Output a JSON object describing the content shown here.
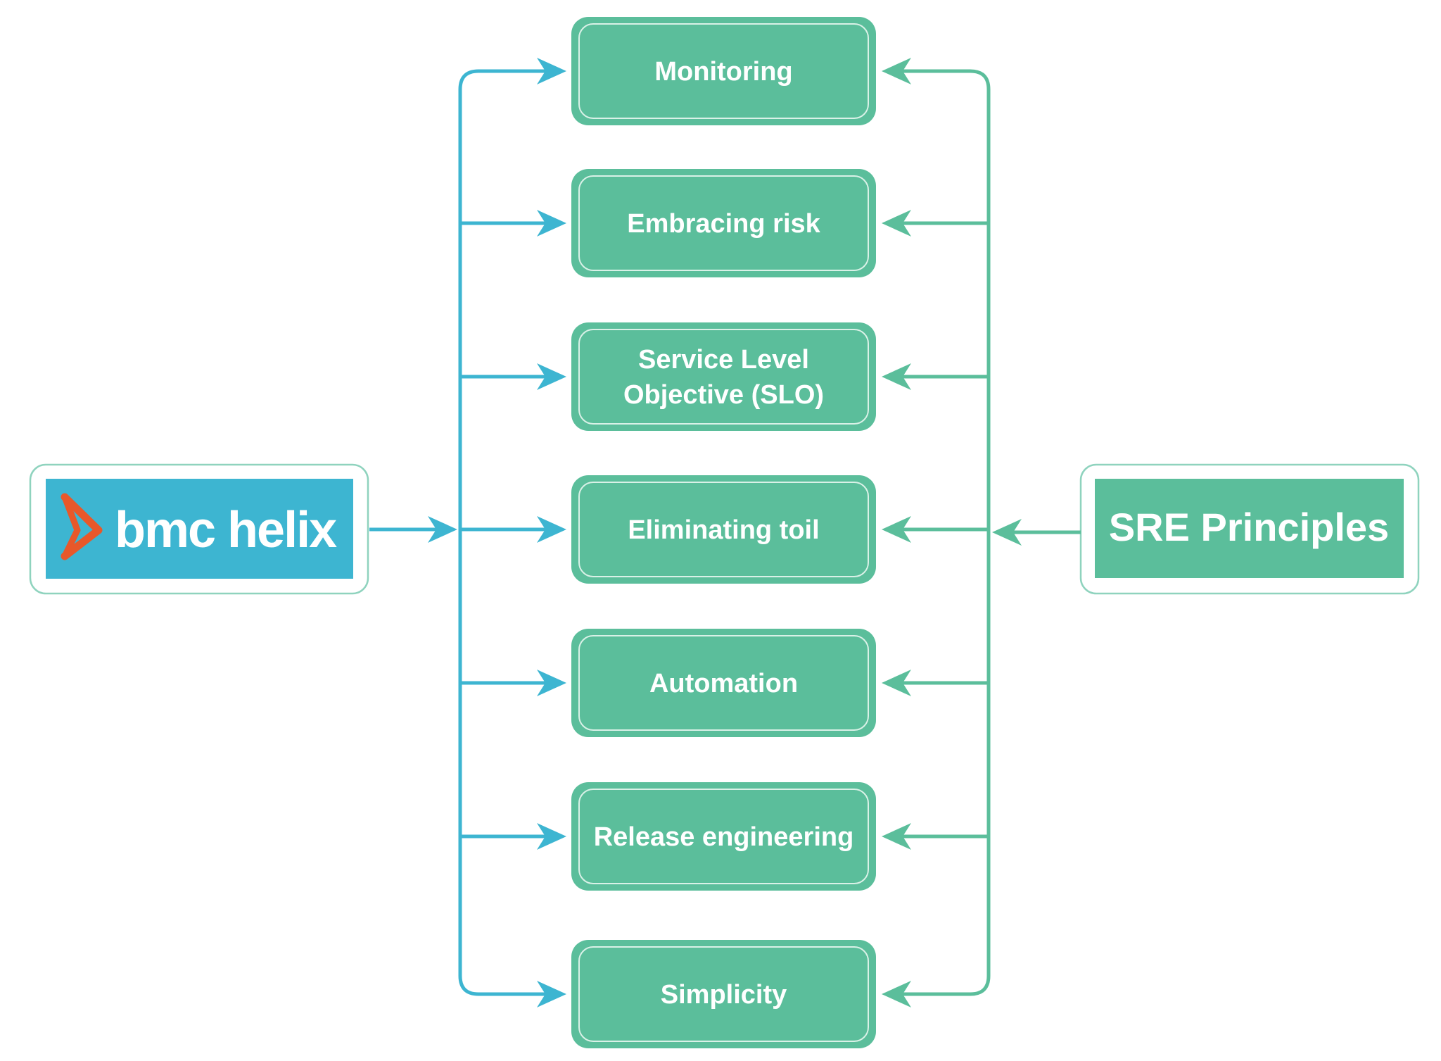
{
  "logo": {
    "text": "bmc helix",
    "background_color": "#3DB5D1",
    "mark_color": "#E8582A"
  },
  "source": {
    "label": "SRE Principles"
  },
  "principles": [
    {
      "id": "monitoring",
      "lines": [
        "Monitoring"
      ]
    },
    {
      "id": "embracing-risk",
      "lines": [
        "Embracing risk"
      ]
    },
    {
      "id": "slo",
      "lines": [
        "Service Level",
        "Objective (SLO)"
      ]
    },
    {
      "id": "eliminating-toil",
      "lines": [
        "Eliminating toil"
      ]
    },
    {
      "id": "automation",
      "lines": [
        "Automation"
      ]
    },
    {
      "id": "release-engineering",
      "lines": [
        "Release engineering"
      ]
    },
    {
      "id": "simplicity",
      "lines": [
        "Simplicity"
      ]
    }
  ],
  "colors": {
    "box_fill": "#5BBE9B",
    "box_inner_border": "#D9F1E7",
    "outer_frame_border": "#8FD3BE",
    "blue_connector": "#3DB5D1",
    "green_connector": "#5BBE9B"
  }
}
